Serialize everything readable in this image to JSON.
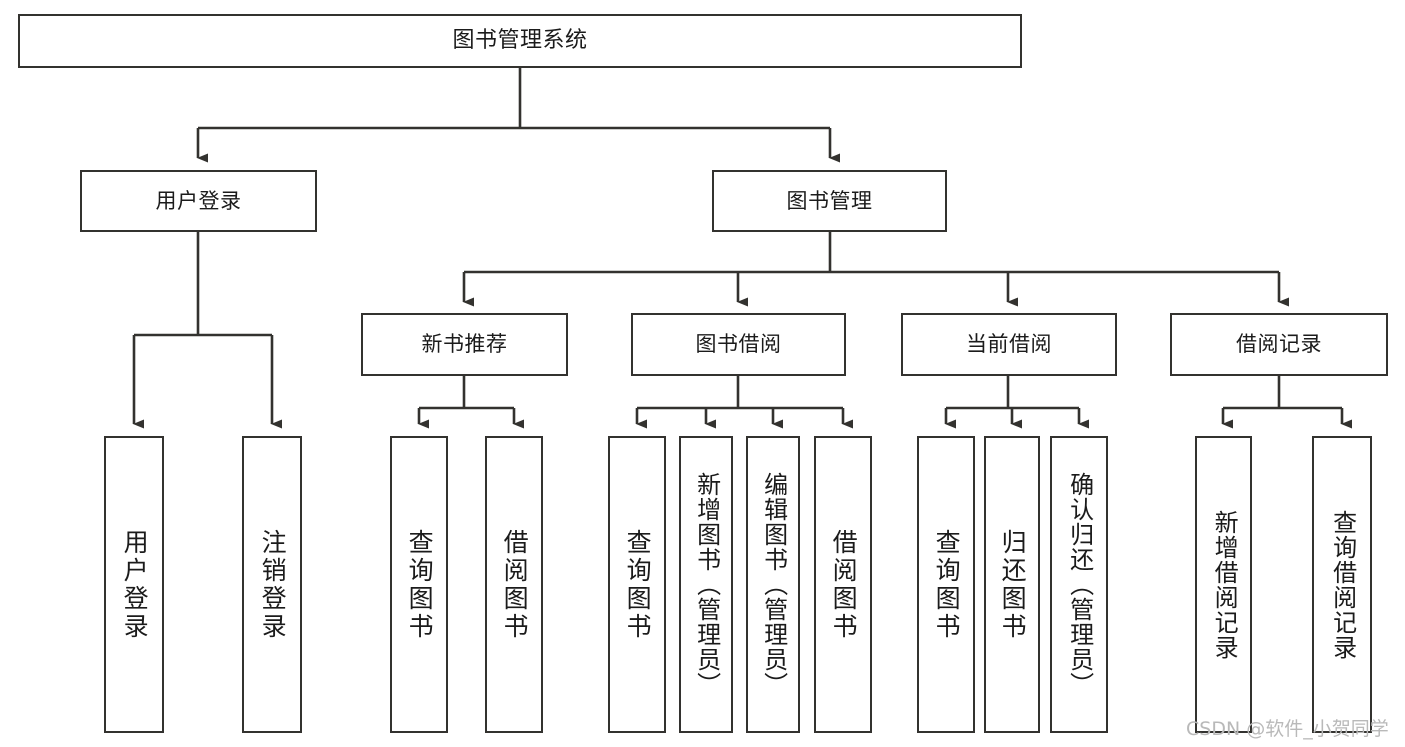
{
  "diagram": {
    "title": "图书管理系统",
    "type": "tree-hierarchy-diagram",
    "colors": {
      "box_border": "#33322f",
      "box_fill": "#ffffff",
      "connector": "#33322f",
      "text": "#1b1b1b",
      "watermark": "#b9b9b9",
      "background": "#ffffff"
    },
    "root": {
      "label": "图书管理系统"
    },
    "level2": [
      {
        "label": "用户登录"
      },
      {
        "label": "图书管理"
      }
    ],
    "level3": [
      {
        "label": "新书推荐"
      },
      {
        "label": "图书借阅"
      },
      {
        "label": "当前借阅"
      },
      {
        "label": "借阅记录"
      }
    ],
    "leaves": {
      "user_login": [
        {
          "label": "用户登录"
        },
        {
          "label": "注销登录"
        }
      ],
      "new_book_recommend": [
        {
          "label": "查询图书"
        },
        {
          "label": "借阅图书"
        }
      ],
      "book_borrow": [
        {
          "label": "查询图书"
        },
        {
          "label": "新增图书（管理员）"
        },
        {
          "label": "编辑图书（管理员）"
        },
        {
          "label": "借阅图书"
        }
      ],
      "current_borrow": [
        {
          "label": "查询图书"
        },
        {
          "label": "归还图书"
        },
        {
          "label": "确认归还（管理员）"
        }
      ],
      "borrow_record": [
        {
          "label": "新增借阅记录"
        },
        {
          "label": "查询借阅记录"
        }
      ]
    },
    "watermark": "CSDN @软件_小贺同学"
  }
}
